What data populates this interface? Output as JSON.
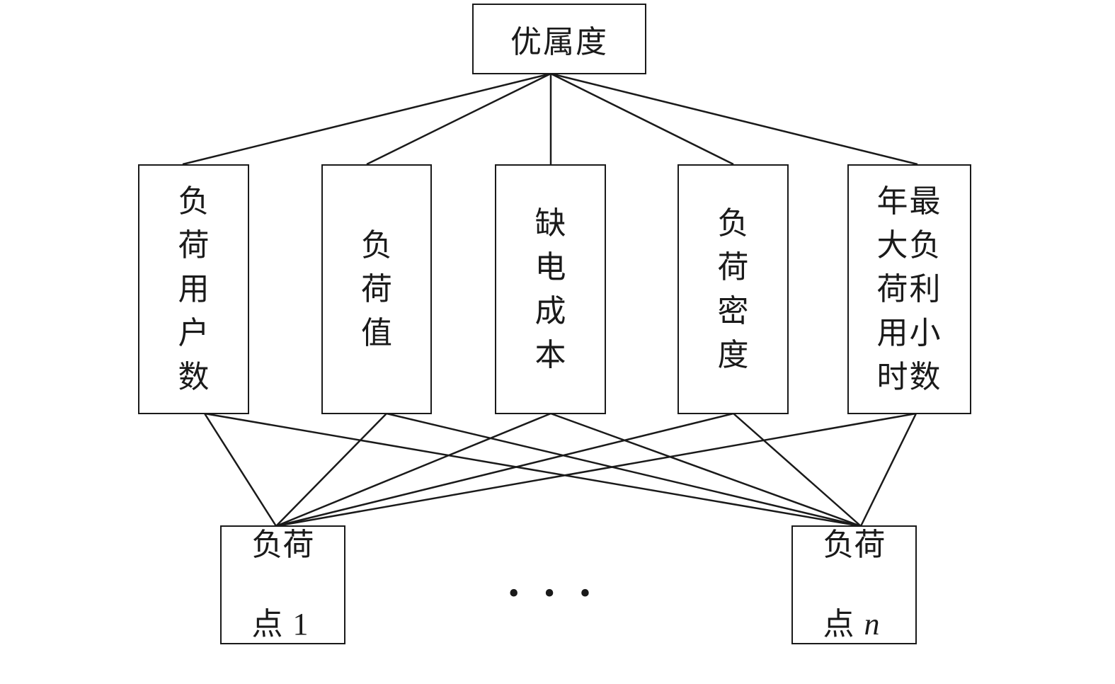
{
  "root": {
    "label": "优属度"
  },
  "criteria": [
    {
      "label": "负\n荷\n用\n户\n数"
    },
    {
      "label": "负\n荷\n值"
    },
    {
      "label": "缺\n电\n成\n本"
    },
    {
      "label": "负\n荷\n密\n度"
    },
    {
      "label": "年最\n大负\n荷利\n用小\n时数"
    }
  ],
  "alternatives": [
    {
      "label_line1": "负荷",
      "label_line2_prefix": "点 ",
      "label_index": "1"
    },
    {
      "label_line1": "负荷",
      "label_line2_prefix": "点 ",
      "label_index": "n"
    }
  ],
  "ellipsis": "• • •"
}
